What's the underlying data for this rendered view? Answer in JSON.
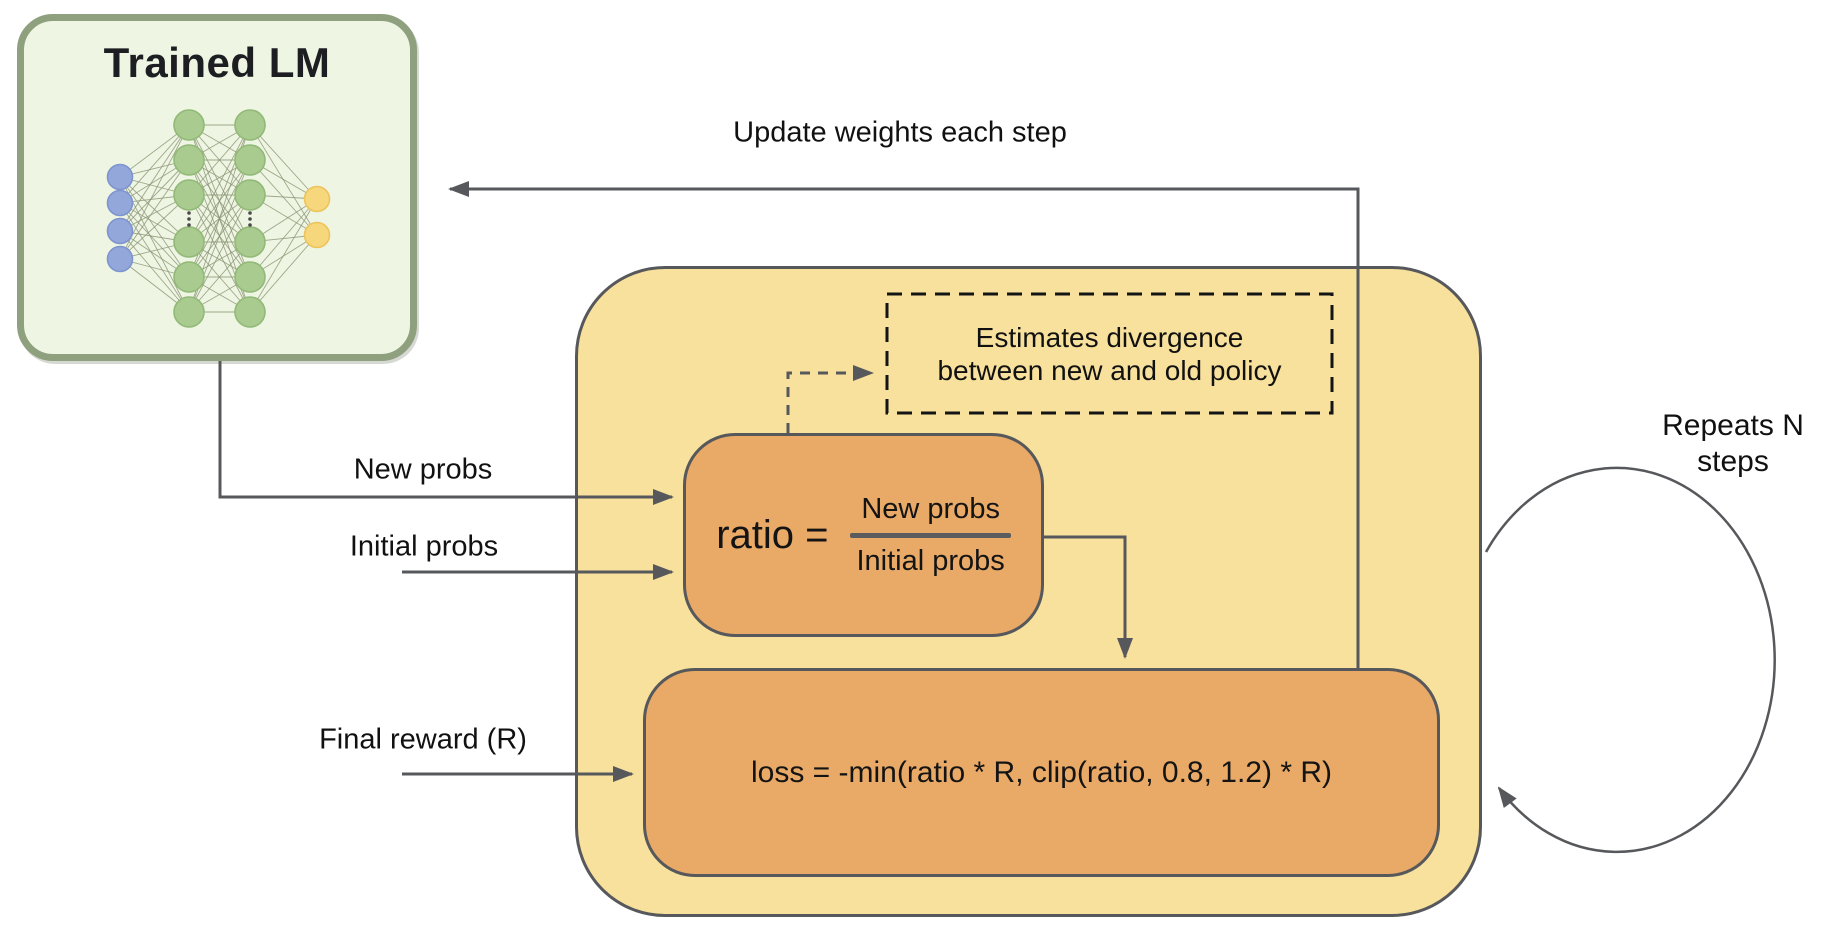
{
  "lm_box": {
    "title": "Trained LM"
  },
  "labels": {
    "update_weights": "Update weights each step",
    "new_probs": "New probs",
    "initial_probs": "Initial probs",
    "final_reward": "Final reward (R)",
    "repeats": "Repeats N steps"
  },
  "divergence_note": {
    "line1": "Estimates divergence",
    "line2": "between new and old policy"
  },
  "ratio_box": {
    "lhs": "ratio =",
    "numerator": "New probs",
    "denominator": "Initial probs"
  },
  "loss_box": {
    "formula": "loss = -min(ratio * R, clip(ratio, 0.8, 1.2) * R)"
  },
  "colors": {
    "loop_fill": "#F8E19C",
    "formula_fill": "#E9A967",
    "lm_fill": "#EEF5E3",
    "lm_border": "#8FA07E",
    "line_gray": "#56585B",
    "bar_gray": "#5A5C5E",
    "dashed_black": "#141414",
    "node_blue": "#93A7DB",
    "node_blue_stroke": "#7E94CF",
    "node_green": "#A9CB8F",
    "node_green_stroke": "#92B977",
    "node_yellow": "#F6D77B",
    "node_yellow_stroke": "#EDC35C",
    "nn_edge": "#8B9474"
  }
}
